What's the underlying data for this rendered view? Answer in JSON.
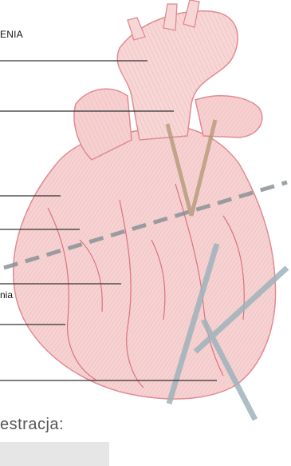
{
  "labels": {
    "top": "ENIA",
    "side": "nia"
  },
  "footer": {
    "prompt": "estracja:"
  },
  "colors": {
    "heart_fill": "#f4c9c9",
    "heart_line": "#e38f95",
    "marker_v": "#b59a7a",
    "marker_k": "#9fb3bb",
    "dashed_line": "#8a9298",
    "leader_line": "#333333",
    "footer_box": "#e6e6e6"
  },
  "icons": {
    "illustration": "heart-anatomical-illustration"
  }
}
